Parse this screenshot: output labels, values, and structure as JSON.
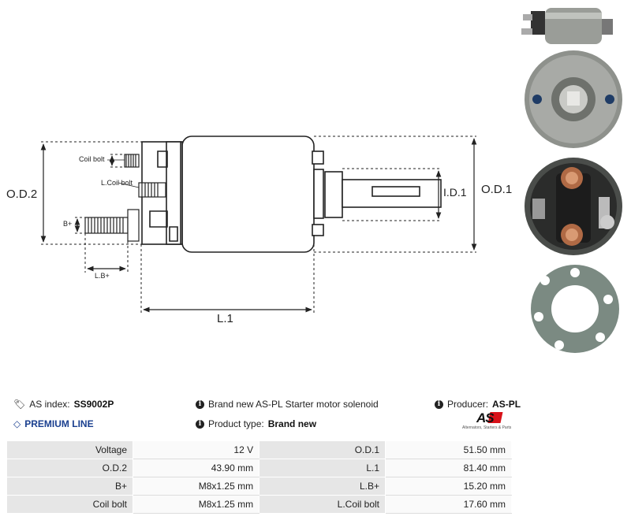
{
  "diagram": {
    "labels": {
      "od2": "O.D.2",
      "od1": "O.D.1",
      "id1": "I.D.1",
      "l1": "L.1",
      "coil_bolt": "Coil bolt",
      "lcoil_bolt": "L.Coil bolt",
      "bplus": "B+",
      "lbplus": "L.B+"
    }
  },
  "info": {
    "as_index_label": "AS index:",
    "as_index_value": "SS9002P",
    "premium_line": "PREMIUM LINE",
    "description": "Brand new AS-PL Starter motor solenoid",
    "product_type_label": "Product type:",
    "product_type_value": "Brand new",
    "producer_label": "Producer:",
    "producer_value": "AS-PL",
    "logo_text": "AS",
    "logo_tagline": "Alternators, Starters & Parts"
  },
  "specs": [
    {
      "l1": "Voltage",
      "v1": "12 V",
      "l2": "O.D.1",
      "v2": "51.50 mm"
    },
    {
      "l1": "O.D.2",
      "v1": "43.90 mm",
      "l2": "L.1",
      "v2": "81.40 mm"
    },
    {
      "l1": "B+",
      "v1": "M8x1.25 mm",
      "l2": "L.B+",
      "v2": "15.20 mm"
    },
    {
      "l1": "Coil bolt",
      "v1": "M8x1.25 mm",
      "l2": "L.Coil bolt",
      "v2": "17.60 mm"
    }
  ]
}
